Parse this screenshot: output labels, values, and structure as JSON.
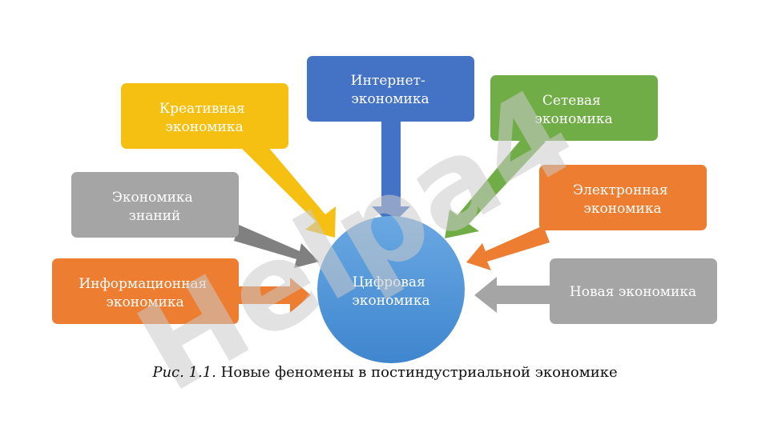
{
  "center": {
    "lines": [
      "Цифровая",
      "экономика"
    ],
    "color": "#5b9bd5"
  },
  "nodes": [
    {
      "id": "information",
      "lines": [
        "Информационная",
        "экономика"
      ],
      "color": "#ed7d31"
    },
    {
      "id": "knowledge",
      "lines": [
        "Экономика",
        "знаний"
      ],
      "color": "#a5a5a5"
    },
    {
      "id": "creative",
      "lines": [
        "Креативная",
        "экономика"
      ],
      "color": "#f5c012"
    },
    {
      "id": "internet",
      "lines": [
        "Интернет-",
        "экономика"
      ],
      "color": "#4472c4"
    },
    {
      "id": "network",
      "lines": [
        "Сетевая",
        "экономика"
      ],
      "color": "#70ad47"
    },
    {
      "id": "electronic",
      "lines": [
        "Электронная",
        "экономика"
      ],
      "color": "#ed7d31"
    },
    {
      "id": "new",
      "lines": [
        "Новая экономика"
      ],
      "color": "#a5a5a5"
    }
  ],
  "caption": {
    "figure": "Рис. 1.1.",
    "text": "Новые феномены в постиндустриальной экономике"
  },
  "watermark": {
    "text": "Helpa4",
    "color": "#cbcbcb",
    "accent": "#d8b8f0"
  }
}
